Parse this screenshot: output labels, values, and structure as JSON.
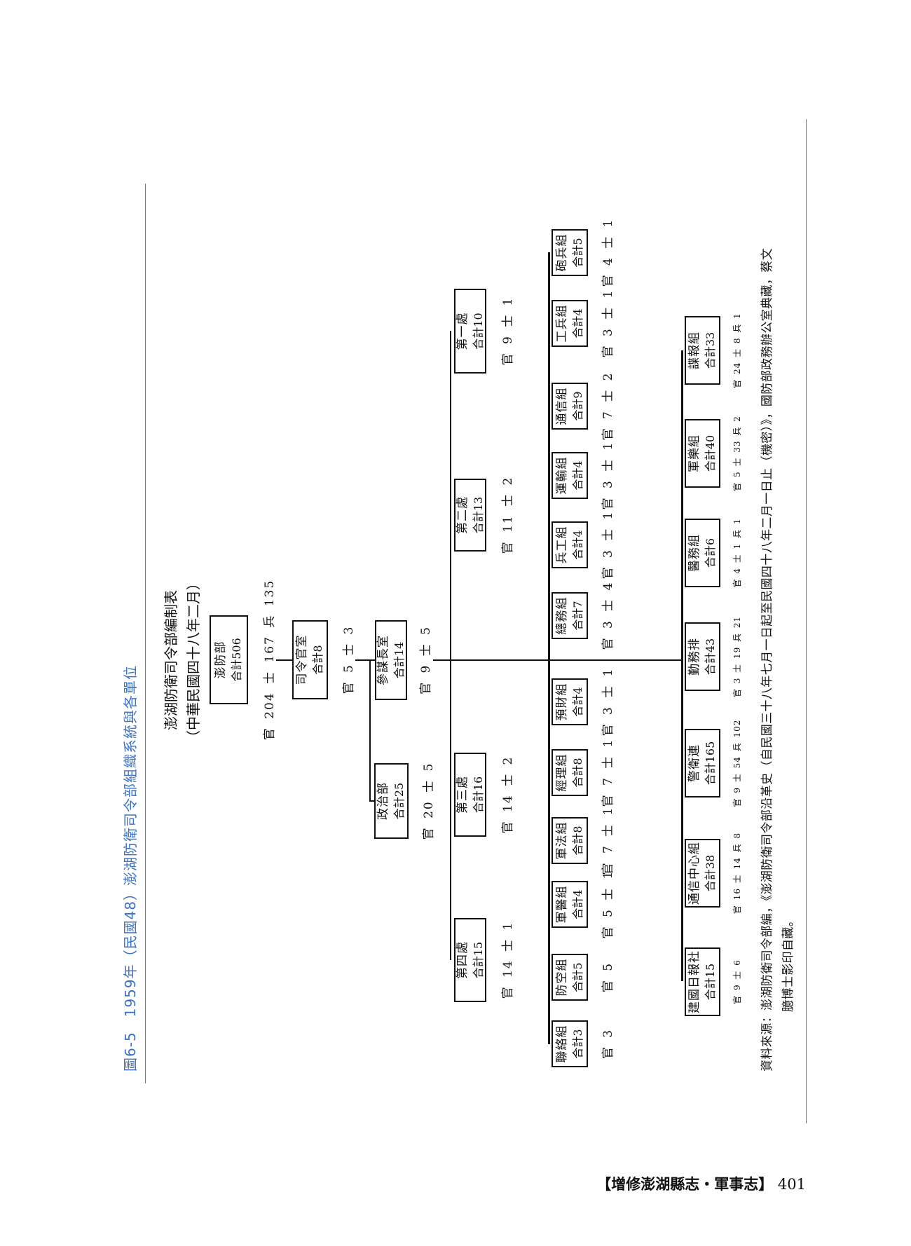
{
  "caption": "圖6-5　1959年（民國48）澎湖防衛司令部組織系統與各單位",
  "chart_title": "澎湖防衛司令部編制表",
  "chart_subtitle": "（中華民國四十八年二月）",
  "hq": {
    "name": "澎防部",
    "total": "合計506",
    "staff": "官 204 士 167 兵 135"
  },
  "commander": {
    "name": "司令官室",
    "total": "合計8",
    "staff": "官 5 士 3"
  },
  "chief": {
    "name": "參謀長室",
    "total": "合計14",
    "staff": "官 9 士 5"
  },
  "political": {
    "name": "政治部",
    "total": "合計25",
    "staff": "官 20 士 5"
  },
  "divisions": [
    {
      "name": "第一處",
      "total": "合計10",
      "staff": "官 9 士 1"
    },
    {
      "name": "第二處",
      "total": "合計13",
      "staff": "官 11 士 2"
    },
    {
      "name": "第三處",
      "total": "合計16",
      "staff": "官 14 士 2"
    },
    {
      "name": "第四處",
      "total": "合計15",
      "staff": "官 14 士 1"
    }
  ],
  "groups_a": [
    {
      "name": "砲兵組",
      "total": "合計5",
      "staff": "官 4 士 1"
    },
    {
      "name": "工兵組",
      "total": "合計4",
      "staff": "官 3 士 1"
    },
    {
      "name": "通信組",
      "total": "合計9",
      "staff": "官 7 士 2"
    },
    {
      "name": "運輸組",
      "total": "合計4",
      "staff": "官 3 士 1"
    },
    {
      "name": "兵工組",
      "total": "合計4",
      "staff": "官 3 士 1"
    },
    {
      "name": "總務組",
      "total": "合計7",
      "staff": "官 3 士 4"
    },
    {
      "name": "預財組",
      "total": "合計4",
      "staff": "官 3 士 1"
    },
    {
      "name": "經理組",
      "total": "合計8",
      "staff": "官 7 士 1"
    },
    {
      "name": "軍法組",
      "total": "合計8",
      "staff": "官 7 士 1"
    },
    {
      "name": "軍醫組",
      "total": "合計4",
      "staff": "官 5 士 1"
    },
    {
      "name": "防空組",
      "total": "合計5",
      "staff": "官 5"
    },
    {
      "name": "聯絡組",
      "total": "合計3",
      "staff": "官 3"
    }
  ],
  "groups_b": [
    {
      "name": "諜報組",
      "total": "合計33",
      "staff": "官 24 士 8 兵 1"
    },
    {
      "name": "軍樂組",
      "total": "合計40",
      "staff": "官 5 士 33 兵 2"
    },
    {
      "name": "醫務組",
      "total": "合計6",
      "staff": "官 4 士 1 兵 1"
    },
    {
      "name": "勤務排",
      "total": "合計43",
      "staff": "官 3 士 19 兵 21"
    },
    {
      "name": "警衛連",
      "total": "合計165",
      "staff": "官 9 士 54 兵 102"
    },
    {
      "name": "通信中心組",
      "total": "合計38",
      "staff": "官 16 士 14 兵 8"
    },
    {
      "name": "建國日報社",
      "total": "合計15",
      "staff": "官 9 士 6"
    }
  ],
  "source": {
    "line1": "資料來源：澎湖防衛司令部編，《澎湖防衛司令部沿革史（自民國三十八年七月一日起至民國四十八年二月一日止（機密）》，國防部政務辦公室典藏，蔡文",
    "line2": "臆博士影印自藏。"
  },
  "footer": {
    "book": "【增修澎湖縣志・軍事志】",
    "page": "401"
  }
}
